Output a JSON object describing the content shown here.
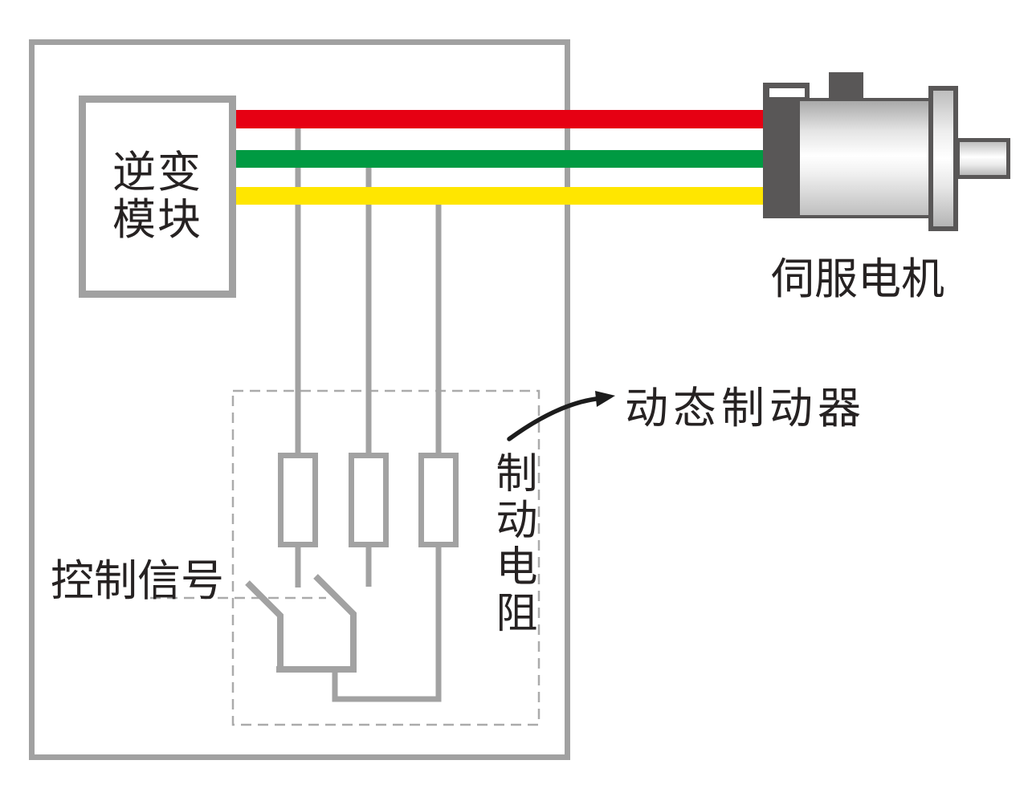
{
  "diagram": {
    "labels": {
      "inverter_module_lines": [
        "逆变",
        "模块"
      ],
      "servo_motor": "伺服电机",
      "dynamic_brake": "动态制动器",
      "control_signal": "控制信号",
      "brake_resistor_vertical": "制动电阻"
    },
    "phase_wires": [
      {
        "name": "phase-wire-red",
        "color": "#e60013"
      },
      {
        "name": "phase-wire-green",
        "color": "#009a42"
      },
      {
        "name": "phase-wire-yellow",
        "color": "#ffe600"
      }
    ],
    "components": {
      "enclosure": "驱动器外框",
      "inverter_module": "逆变模块",
      "braking_resistors_count": 3,
      "brake_switch_poles": 2,
      "motor": "伺服电机"
    },
    "colors": {
      "border_gray": "#a1a1a1",
      "line_gray": "#a2a2a2",
      "dash_gray": "#ababab",
      "motor_dark": "#595757",
      "text_black": "#262222",
      "arrow_black": "#1c1c1c"
    }
  }
}
